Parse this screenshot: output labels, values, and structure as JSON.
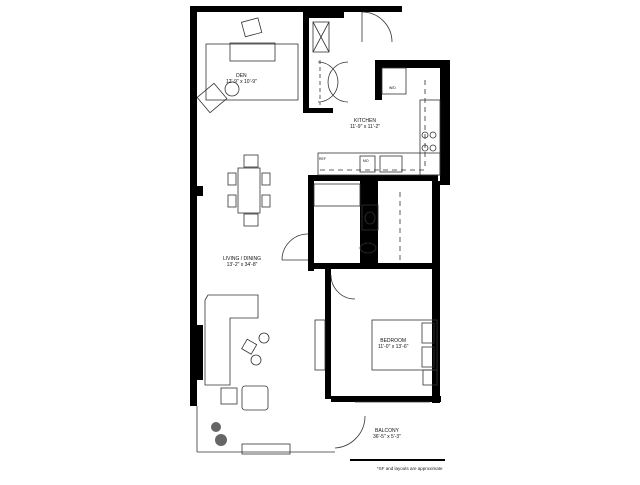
{
  "floorplan": {
    "rooms": [
      {
        "id": "den",
        "name": "DEN",
        "dimensions": "12'-9\" x 10'-9\""
      },
      {
        "id": "kitchen",
        "name": "KITCHEN",
        "dimensions": "11'-9\" x 11'-2\""
      },
      {
        "id": "living_dining",
        "name": "LIVING / DINING",
        "dimensions": "13'-2\" x 34'-8\""
      },
      {
        "id": "bedroom",
        "name": "BEDROOM",
        "dimensions": "11'-0\" x 13'-6\""
      },
      {
        "id": "balcony",
        "name": "BALCONY",
        "dimensions": "36'-5\" x 5'-3\""
      }
    ],
    "appliance_tags": {
      "washer_dryer": "W/D",
      "refrigerator": "REF",
      "microwave": "MO"
    },
    "footnote": "*SF and layouts are approximate",
    "colors": {
      "wall": "#000000",
      "line": "#333333",
      "background": "#ffffff"
    }
  }
}
